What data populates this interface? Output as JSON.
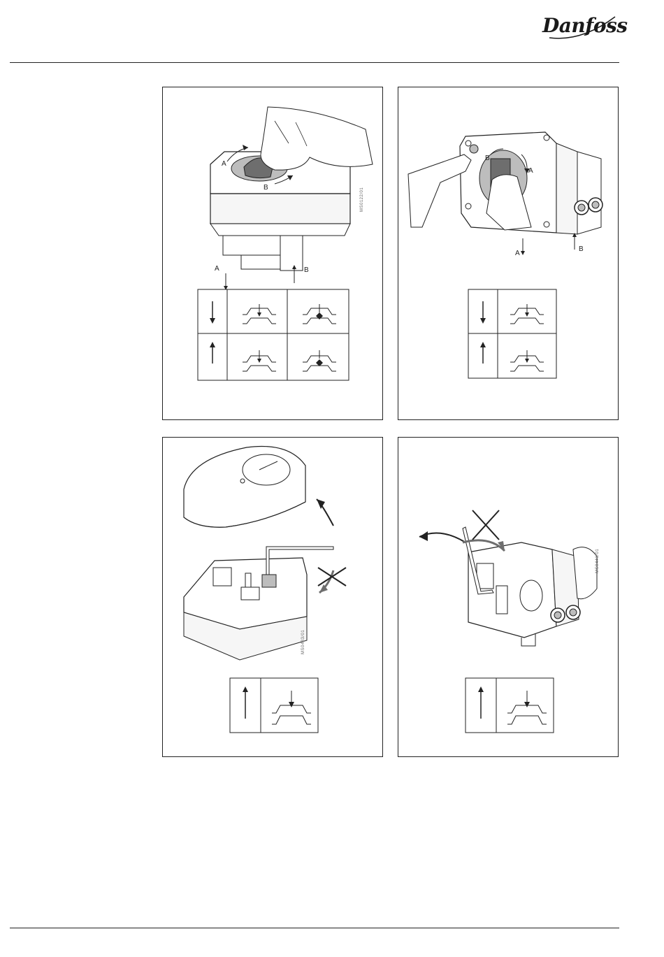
{
  "brand": {
    "name": "Danfoss"
  },
  "panels": [
    {
      "id": "panel-1",
      "labels": {
        "a_top": "A",
        "b_top": "B",
        "a_arrow": "A",
        "b_arrow": "B"
      },
      "code": "MS0122/01"
    },
    {
      "id": "panel-2",
      "labels": {
        "a_top": "A",
        "b_top": "B",
        "a_arrow": "A",
        "b_arrow": "B"
      }
    },
    {
      "id": "panel-3",
      "code": "MS0483/01"
    },
    {
      "id": "panel-4",
      "code": "MS0441/01"
    }
  ],
  "colors": {
    "line": "#222222",
    "shade": "#6e6e6e",
    "light": "#bdbdbd"
  }
}
